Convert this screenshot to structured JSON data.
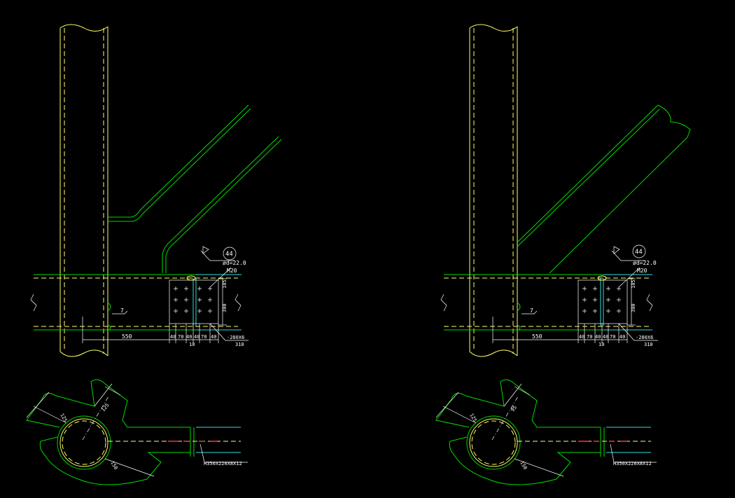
{
  "colors": {
    "background": "#000000",
    "column": "#ffff66",
    "brace": "#00dd00",
    "dimension": "#ffffff",
    "beam_end": "#33dddd",
    "bolt_marker": "#ff3333"
  },
  "details": [
    {
      "id": "left",
      "weld_symbol": "44",
      "bolt_hole_label": "ød=22.0",
      "bolt_size": "M20",
      "gap_dim": "105",
      "bolt_group_dim": "300",
      "stiffener_callout": "7",
      "column_dim": "550",
      "plate_label": "-280X6",
      "plate_width": "310",
      "bolt_spacing": [
        "40",
        "70",
        "40",
        "40",
        "70",
        "40"
      ],
      "bolt_center": "10",
      "plan_dim_a": "125",
      "plan_dim_b": "125",
      "plan_dim_c": "150",
      "beam_section": "H350X220X8X12"
    },
    {
      "id": "right",
      "weld_symbol": "44",
      "bolt_hole_label": "ød=22.0",
      "bolt_size": "M20",
      "gap_dim": "105",
      "bolt_group_dim": "300",
      "stiffener_callout": "7",
      "column_dim": "550",
      "plate_label": "-280X6",
      "plate_width": "310",
      "bolt_spacing": [
        "40",
        "70",
        "40",
        "40",
        "70",
        "40"
      ],
      "bolt_center": "10",
      "plan_dim_a": "125",
      "plan_dim_b": "95",
      "plan_dim_c": "150",
      "beam_section": "H350X220X8X12"
    }
  ]
}
